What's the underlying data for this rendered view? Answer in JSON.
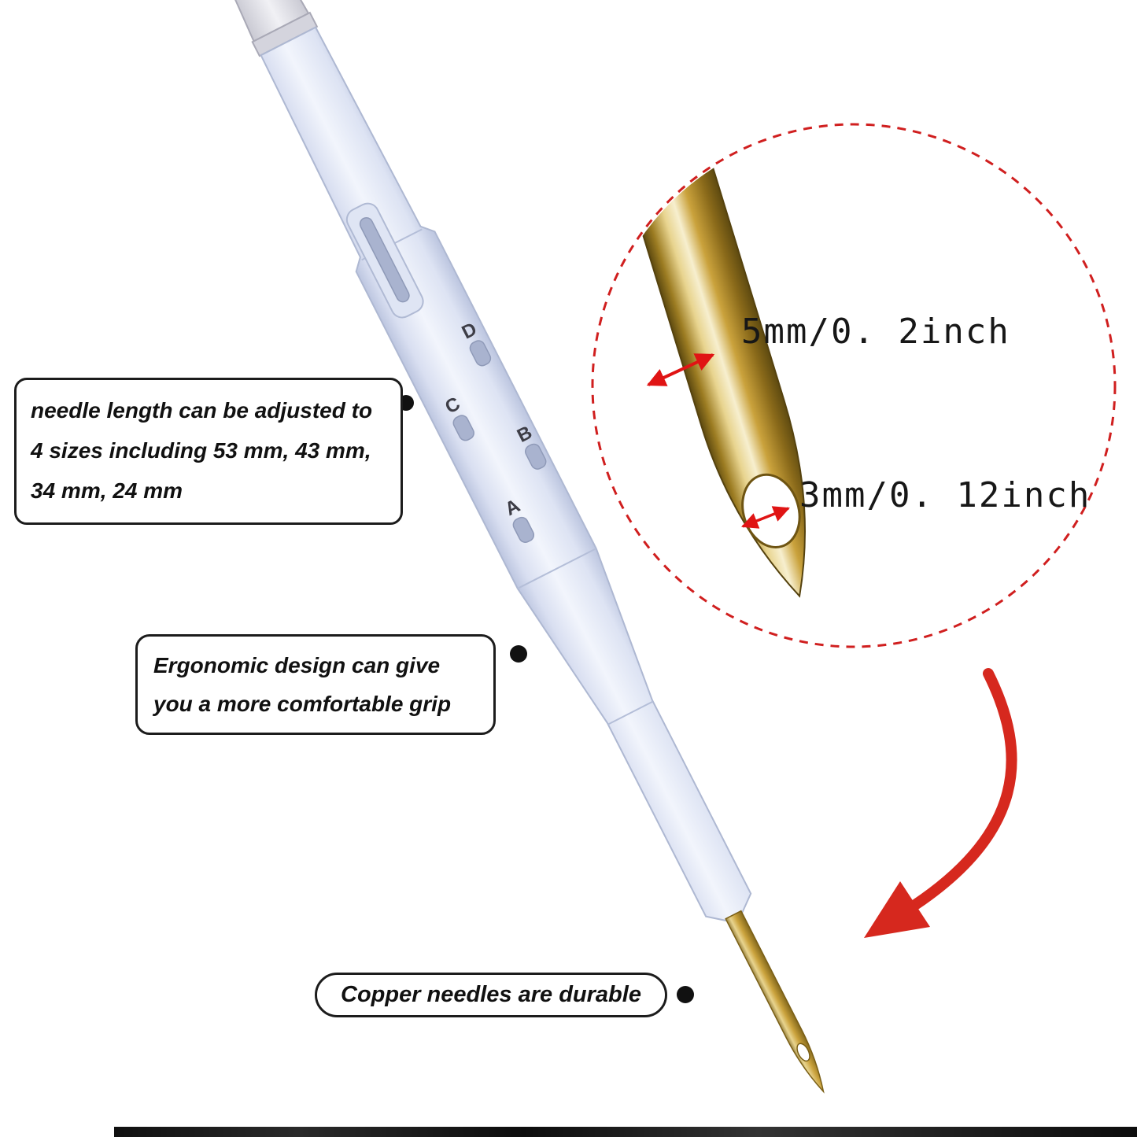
{
  "pen": {
    "size_labels": [
      "D",
      "C",
      "B",
      "A"
    ]
  },
  "zoom_detail": {
    "needle_width_label": "5mm/0. 2inch",
    "eye_width_label": "3mm/0. 12inch"
  },
  "callouts": {
    "adjustable_text": "needle length can be adjusted to 4 sizes including 53 mm, 43 mm, 34 mm, 24 mm",
    "ergonomic_text": "Ergonomic design can give you a more comfortable grip",
    "copper_text": "Copper needles are durable"
  },
  "colors": {
    "accent_red": "#d6281e",
    "needle_gold": "#c79a3a",
    "pen_body_light": "#eef2fb",
    "pen_body_shade": "#b9c3de"
  }
}
